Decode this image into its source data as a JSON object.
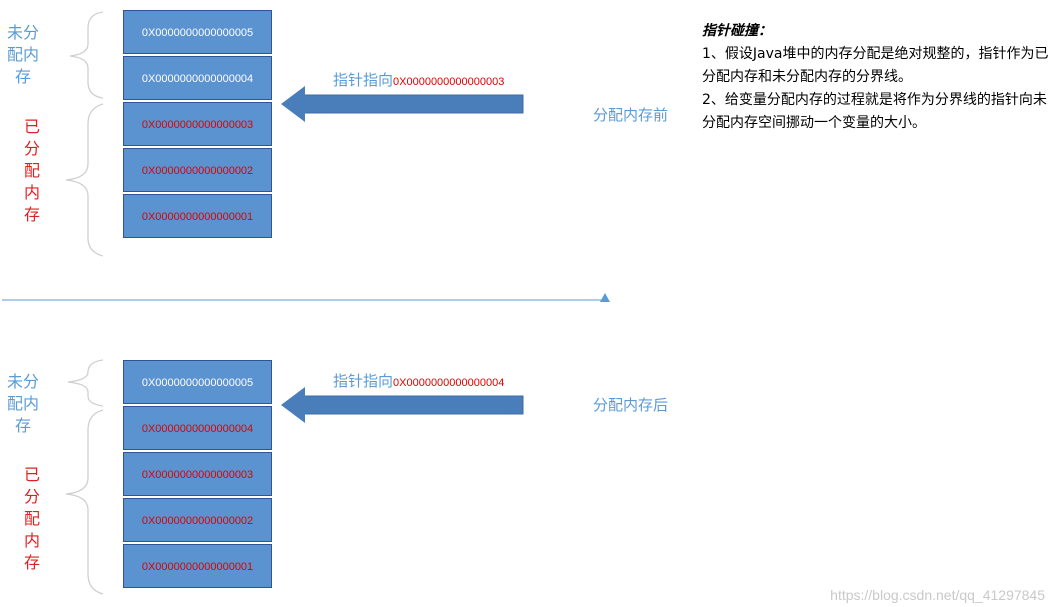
{
  "before": {
    "free_label": "未分\n配内\n存",
    "used_label": "已\n分\n配\n内\n存",
    "cells": [
      {
        "addr": "0X0000000000000005",
        "state": "free"
      },
      {
        "addr": "0X0000000000000004",
        "state": "free"
      },
      {
        "addr": "0X0000000000000003",
        "state": "used"
      },
      {
        "addr": "0X0000000000000002",
        "state": "used"
      },
      {
        "addr": "0X0000000000000001",
        "state": "used"
      }
    ],
    "pointer_prefix": "指针指向",
    "pointer_addr": "0X0000000000000003",
    "phase_label": "分配内存前"
  },
  "after": {
    "free_label": "未分\n配内\n存",
    "used_label": "已\n分\n配\n内\n存",
    "cells": [
      {
        "addr": "0X0000000000000005",
        "state": "free"
      },
      {
        "addr": "0X0000000000000004",
        "state": "used"
      },
      {
        "addr": "0X0000000000000003",
        "state": "used"
      },
      {
        "addr": "0X0000000000000002",
        "state": "used"
      },
      {
        "addr": "0X0000000000000001",
        "state": "used"
      }
    ],
    "pointer_prefix": "指针指向",
    "pointer_addr": "0X0000000000000004",
    "phase_label": "分配内存后"
  },
  "note": {
    "title": "指针碰撞：",
    "line1": "1、假设Java堆中的内存分配是绝对规整的，指针作为已分配内存和未分配内存的分界线。",
    "line2": "2、给变量分配内存的过程就是将作为分界线的指针向未分配内存空间挪动一个变量的大小。"
  },
  "watermark": "https://blog.csdn.net/qq_41297845",
  "colors": {
    "cell_fill": "#5b92d0",
    "cell_border": "#2f5597",
    "free_text": "#ffffff",
    "used_text": "#e00000",
    "label_blue": "#5b9bd5",
    "label_red": "#e02020",
    "arrow": "#4a7ebb"
  }
}
